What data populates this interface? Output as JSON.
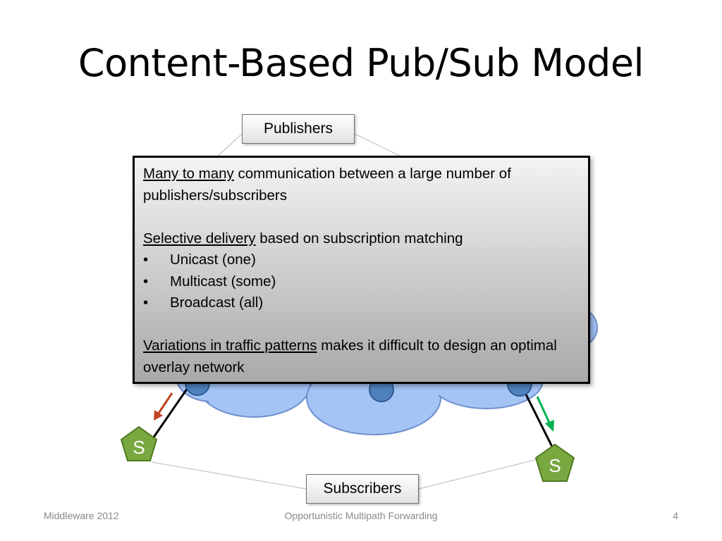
{
  "slide": {
    "title": "Content-Based Pub/Sub Model"
  },
  "diagram": {
    "publishers_label": "Publishers",
    "subscribers_label": "Subscribers",
    "subscriber_node_letter": "S",
    "colors": {
      "cloud_fill": "#a4c4f6",
      "cloud_stroke": "#6f8fce",
      "node_fill": "#4f81bd",
      "node_stroke": "#2f5a91",
      "subscriber_fill": "#79a841",
      "subscriber_stroke": "#4d7a1f",
      "arrow_left": "#c0431f",
      "arrow_right": "#00b050"
    }
  },
  "info_box": {
    "p1_underlined": "Many to many",
    "p1_rest": " communication between a large number of publishers/subscribers",
    "p2_underlined": "Selective delivery",
    "p2_rest": " based on subscription matching",
    "bullets": [
      "Unicast (one)",
      "Multicast (some)",
      "Broadcast (all)"
    ],
    "p3_underlined": "Variations in traffic patterns",
    "p3_rest": " makes it difficult to design an optimal overlay network"
  },
  "footer": {
    "left": "Middleware 2012",
    "center": "Opportunistic Multipath Forwarding",
    "right": "4"
  }
}
